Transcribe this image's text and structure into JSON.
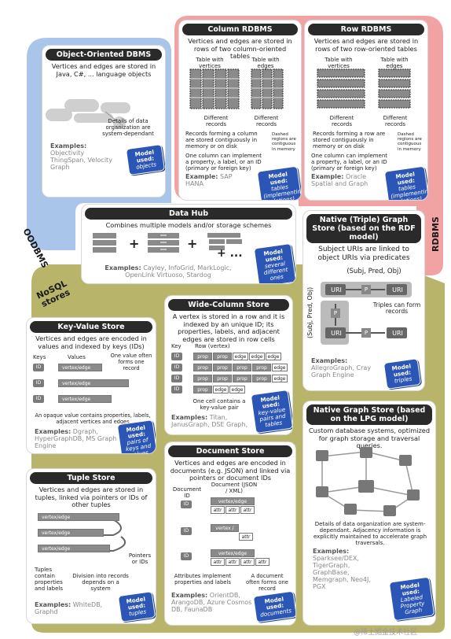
{
  "regions": {
    "oodbms": "OODBMS",
    "rdbms": "RDBMS",
    "nosql": "NoSQL\nstores"
  },
  "colors": {
    "oodbms_bg": "#a9c5ea",
    "rdbms_bg": "#f1a3a3",
    "nosql_bg": "#b8b46a",
    "model_badge": "#2c56b5",
    "header_bg": "#2a2a2a"
  },
  "oo": {
    "title": "Object-Oriented DBMS",
    "desc": "Vertices and edges are stored in Java, C#, ... language objects",
    "note": "Details of data organization are system-dependant",
    "examples_label": "Examples:",
    "examples": "Objectivity ThingSpan, Velocity Graph",
    "model_label": "Model used:",
    "model": "objects"
  },
  "col": {
    "title": "Column RDBMS",
    "desc": "Vertices and edges are stored in rows of two column-oriented tables",
    "table_v": "Table with vertices",
    "table_e": "Table with edges",
    "diff1": "Different records",
    "diff2": "Different records",
    "note": "Records forming a column are stored contiguously in memory or on disk",
    "note2": "One column can implement a property, a label, or an ID (primary or foreign key)",
    "dashed": "Dashed regions are contiguous in memory",
    "examples_label": "Example:",
    "examples": "SAP HANA",
    "model_label": "Model used:",
    "model": "tables (implementing relations)"
  },
  "row": {
    "title": "Row RDBMS",
    "desc": "Vertices and edges are stored in rows of two row-oriented tables",
    "table_v": "Table with vertices",
    "table_e": "Table with edges",
    "diff1": "Different records",
    "diff2": "Different records",
    "note": "Records forming a row are stored contiguously in memory or on disk",
    "note2": "One column can implement a property, a label, or an ID (primary or foreign key)",
    "dashed": "Dashed regions are contiguous in memory",
    "examples_label": "Example:",
    "examples": "Oracle Spatial and Graph",
    "model_label": "Model used:",
    "model": "tables (implementing relations)"
  },
  "hub": {
    "title": "Data Hub",
    "desc": "Combines multiple models and/or storage schemes",
    "plus1": "+",
    "plus2": "+",
    "plus3": "+ ...",
    "examples_label": "Examples:",
    "examples": "Cayley, InfoGrid, MarkLogic, OpenLink Virtuoso, Stardog",
    "model_label": "Model used:",
    "model": "several different ones"
  },
  "rdf": {
    "title": "Native (Triple) Graph Store (based on the RDF model)",
    "desc": "Subject URIs are linked to object URIs via predicates",
    "triple": "(Subj, Pred, Obj)",
    "triple_v": "(Subj, Pred, Obj)",
    "uri1": "URI",
    "uri2": "URI",
    "uri3": "URI",
    "uri4": "URI",
    "p1": "P",
    "p2": "P",
    "p3": "P",
    "note": "Triples can form records",
    "examples_label": "Examples:",
    "examples": "AllegroGraph, Cray Graph Engine",
    "model_label": "Model used:",
    "model": "triples"
  },
  "wide": {
    "title": "Wide-Column Store",
    "desc": "A vertex is stored in a row and it is indexed by an unique ID; its properties, labels, and adjacent edges are stored in row cells",
    "key": "Key",
    "row": "Row (vertex)",
    "id": "ID",
    "prop": "prop",
    "edge": "edge",
    "note": "One cell contains a key-value pair",
    "examples_label": "Examples:",
    "examples": "Titan, JanusGraph, DSE Graph,",
    "model_label": "Model used:",
    "model": "key-value pairs and tables"
  },
  "kv": {
    "title": "Key-Value Store",
    "desc": "Vertices and edges are encoded in values and indexed by keys (IDs)",
    "keys": "Keys",
    "values": "Values",
    "oneval": "One value often forms one record",
    "id": "ID",
    "ve": "vertex/edge",
    "note": "An opaque value contains properties, labels, adjacent vertices and edges",
    "examples_label": "Examples:",
    "examples": "Dgraph, HyperGraphDB, MS Graph Engine",
    "model_label": "Model used:",
    "model": "pairs of keys and values"
  },
  "native": {
    "title": "Native Graph Store (based on the LPG model)",
    "desc": "Custom database systems, optimized for graph storage and traversal queries.",
    "note": "Details of data organization are system-dependant. Adjacency information is explicitly maintained to accelerate graph traversals.",
    "examples_label": "Examples:",
    "examples": "Sparksee/DEX, TigerGraph, GraphBase, Memgraph, Neo4J, PGX",
    "model_label": "Model used:",
    "model": "Labeled Property Graph"
  },
  "doc": {
    "title": "Document Store",
    "desc": "Vertices and edges are encoded in documents (e.g. JSON) and linked via pointers or document IDs",
    "docid": "Document ID",
    "docjson": "Document (JSON / XML)",
    "id": "ID",
    "ve": "vertex/edge",
    "ve2": "vertex / edge",
    "attr": "attr",
    "note1": "Attributes implement properties and labels",
    "note2": "A document often forms one record",
    "examples_label": "Examples:",
    "examples": "OrientDB, ArangoDB, Azure Cosmos DB, FaunaDB",
    "model_label": "Model used:",
    "model": "documents"
  },
  "tuple": {
    "title": "Tuple Store",
    "desc": "Vertices and edges are stored in tuples, linked via pointers or IDs of other tuples",
    "ve": "vertex/edge",
    "note1": "Tuples contain properties and labels",
    "note2": "Division into records depends on a system",
    "note3": "Pointers or IDs",
    "examples_label": "Examples:",
    "examples": "WhiteDB, Graphd",
    "model_label": "Model used:",
    "model": "tuples"
  },
  "watermark": "@稀土掘金技术社区"
}
